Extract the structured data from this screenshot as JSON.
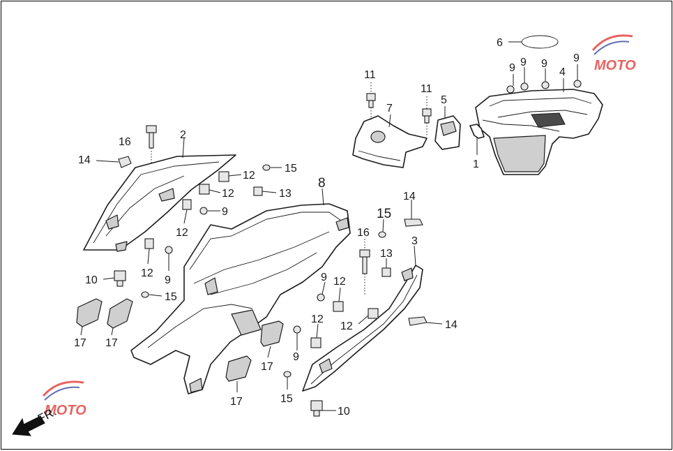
{
  "diagram": {
    "direction_label": "FR.",
    "callouts": {
      "c1": "1",
      "c2": "2",
      "c3": "3",
      "c4": "4",
      "c5": "5",
      "c6": "6",
      "c7": "7",
      "c8": "8",
      "c9a": "9",
      "c9b": "9",
      "c9c": "9",
      "c9d": "9",
      "c9e": "9",
      "c9f": "9",
      "c9g": "9",
      "c10a": "10",
      "c10b": "10",
      "c11a": "11",
      "c11b": "11",
      "c12a": "12",
      "c12b": "12",
      "c12c": "12",
      "c12d": "12",
      "c12e": "12",
      "c12f": "12",
      "c13a": "13",
      "c13b": "13",
      "c14a": "14",
      "c14b": "14",
      "c14c": "14",
      "c15a": "15",
      "c15b": "15",
      "c15c": "15",
      "c15d": "15",
      "c16a": "16",
      "c16b": "16",
      "c17a": "17",
      "c17b": "17",
      "c17c": "17",
      "c17d": "17"
    },
    "watermark_logo": "MOTO"
  },
  "colors": {
    "line": "#1a1a1a",
    "logo_red": "#e0302a",
    "logo_blue": "#2a3f9c"
  }
}
